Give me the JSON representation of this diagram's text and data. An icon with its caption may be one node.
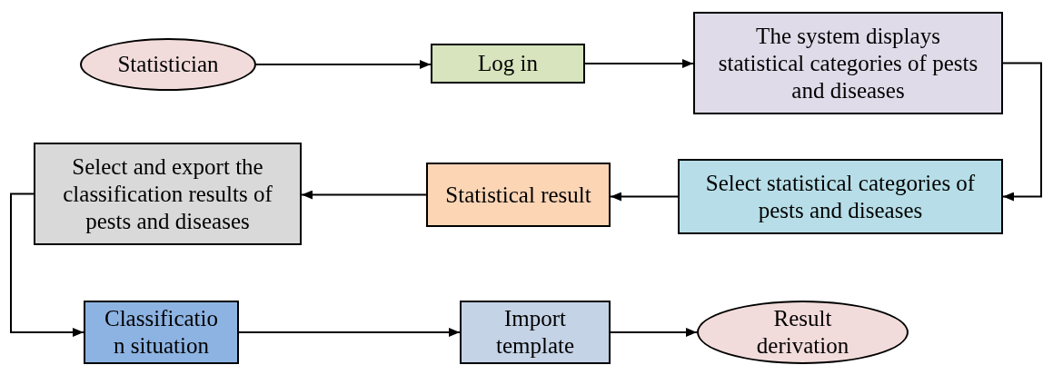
{
  "diagram": {
    "nodes": [
      {
        "text": [
          "Statistician"
        ]
      },
      {
        "text": [
          "Log in"
        ]
      },
      {
        "text": [
          "The system displays statistical categories of pests and diseases"
        ]
      },
      {
        "text": [
          "Select statistical categories of pests and diseases"
        ]
      },
      {
        "text": [
          "Statistical result"
        ]
      },
      {
        "text": [
          "Select and export the classification results of pests and diseases"
        ]
      },
      {
        "text": [
          "Classificatio n situation"
        ]
      },
      {
        "text": [
          "Import template"
        ]
      },
      {
        "text": [
          "Result derivation"
        ]
      }
    ],
    "edges": [
      {
        "from": 0,
        "to": 1,
        "arrow": "to"
      },
      {
        "from": 1,
        "to": 2,
        "arrow": "to"
      },
      {
        "from": 2,
        "to": 3,
        "arrow": "to"
      },
      {
        "from": 3,
        "to": 4,
        "arrow": "to"
      },
      {
        "from": 4,
        "to": 5,
        "arrow": "to"
      },
      {
        "from": 5,
        "to": 6,
        "arrow": "to"
      },
      {
        "from": 6,
        "to": 7,
        "arrow": "to"
      },
      {
        "from": 7,
        "to": 8,
        "arrow": "to"
      }
    ]
  }
}
